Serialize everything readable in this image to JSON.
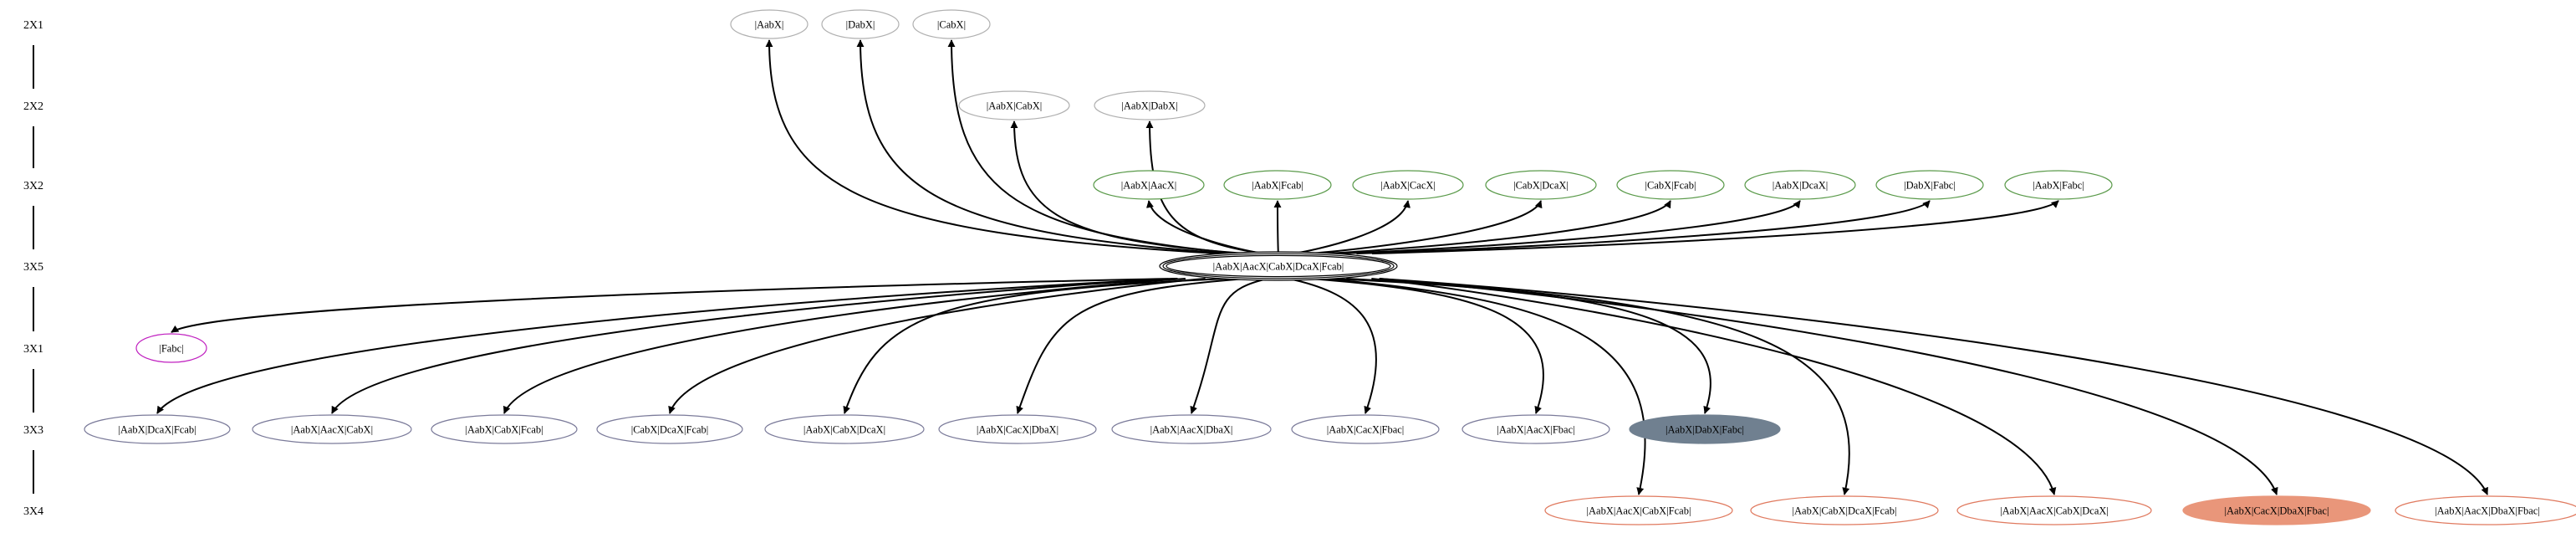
{
  "colors": {
    "edge": "#000000",
    "rank_bar": "#000000",
    "blue_node": "#7b7b9a",
    "green_node": "#5a9a4a",
    "magenta_node": "#c020c0",
    "salmon_node": "#e07a5f",
    "slate_fill": "#708090",
    "salmon_fill": "#e9967a",
    "center_node": "#000000",
    "gray_node": "#b0b0b0"
  },
  "ranks": [
    {
      "id": "r1",
      "label": "2X1"
    },
    {
      "id": "r2",
      "label": "2X2"
    },
    {
      "id": "r3",
      "label": "3X2"
    },
    {
      "id": "r4",
      "label": "3X5"
    },
    {
      "id": "r5",
      "label": "3X1"
    },
    {
      "id": "r6",
      "label": "3X3"
    },
    {
      "id": "r7",
      "label": "3X4"
    }
  ],
  "nodes": [
    {
      "id": "n_ab",
      "label": "|AabX|",
      "rank": "r1",
      "style": "gray"
    },
    {
      "id": "n_db",
      "label": "|DabX|",
      "rank": "r1",
      "style": "gray"
    },
    {
      "id": "n_cb",
      "label": "|CabX|",
      "rank": "r1",
      "style": "gray"
    },
    {
      "id": "n_ab_cb",
      "label": "|AabX|CabX|",
      "rank": "r2",
      "style": "gray"
    },
    {
      "id": "n_ab_db",
      "label": "|AabX|DabX|",
      "rank": "r2",
      "style": "gray"
    },
    {
      "id": "n_ab_ac",
      "label": "|AabX|AacX|",
      "rank": "r3",
      "style": "green"
    },
    {
      "id": "n_ab_fc",
      "label": "|AabX|Fcab|",
      "rank": "r3",
      "style": "green"
    },
    {
      "id": "n_ab_cc",
      "label": "|AabX|CacX|",
      "rank": "r3",
      "style": "green"
    },
    {
      "id": "n_cb_dc",
      "label": "|CabX|DcaX|",
      "rank": "r3",
      "style": "green"
    },
    {
      "id": "n_cb_fc",
      "label": "|CabX|Fcab|",
      "rank": "r3",
      "style": "green"
    },
    {
      "id": "n_ab_dc",
      "label": "|AabX|DcaX|",
      "rank": "r3",
      "style": "green"
    },
    {
      "id": "n_db_fb",
      "label": "|DabX|Fabc|",
      "rank": "r3",
      "style": "green"
    },
    {
      "id": "n_ab_fb",
      "label": "|AabX|Fabc|",
      "rank": "r3",
      "style": "green"
    },
    {
      "id": "n_center",
      "label": "|AabX|AacX|CabX|DcaX|Fcab|",
      "rank": "r4",
      "style": "center"
    },
    {
      "id": "n_fabc",
      "label": "|Fabc|",
      "rank": "r5",
      "style": "magenta"
    },
    {
      "id": "n_r6_1",
      "label": "|AabX|DcaX|Fcab|",
      "rank": "r6",
      "style": "blue"
    },
    {
      "id": "n_r6_2",
      "label": "|AabX|AacX|CabX|",
      "rank": "r6",
      "style": "blue"
    },
    {
      "id": "n_r6_3",
      "label": "|AabX|CabX|Fcab|",
      "rank": "r6",
      "style": "blue"
    },
    {
      "id": "n_r6_4",
      "label": "|CabX|DcaX|Fcab|",
      "rank": "r6",
      "style": "blue"
    },
    {
      "id": "n_r6_5",
      "label": "|AabX|CabX|DcaX|",
      "rank": "r6",
      "style": "blue"
    },
    {
      "id": "n_r6_6",
      "label": "|AabX|CacX|DbaX|",
      "rank": "r6",
      "style": "blue"
    },
    {
      "id": "n_r6_7",
      "label": "|AabX|AacX|DbaX|",
      "rank": "r6",
      "style": "blue"
    },
    {
      "id": "n_r6_8",
      "label": "|AabX|CacX|Fbac|",
      "rank": "r6",
      "style": "blue"
    },
    {
      "id": "n_r6_9",
      "label": "|AabX|AacX|Fbac|",
      "rank": "r6",
      "style": "blue"
    },
    {
      "id": "n_r6_10",
      "label": "|AabX|DabX|Fabc|",
      "rank": "r6",
      "style": "slate-filled"
    },
    {
      "id": "n_r7_1",
      "label": "|AabX|AacX|CabX|Fcab|",
      "rank": "r7",
      "style": "salmon"
    },
    {
      "id": "n_r7_2",
      "label": "|AabX|CabX|DcaX|Fcab|",
      "rank": "r7",
      "style": "salmon"
    },
    {
      "id": "n_r7_3",
      "label": "|AabX|AacX|CabX|DcaX|",
      "rank": "r7",
      "style": "salmon"
    },
    {
      "id": "n_r7_4",
      "label": "|AabX|CacX|DbaX|Fbac|",
      "rank": "r7",
      "style": "salmon-filled"
    },
    {
      "id": "n_r7_5",
      "label": "|AabX|AacX|DbaX|Fbac|",
      "rank": "r7",
      "style": "salmon"
    }
  ],
  "edges": [
    {
      "from": "n_center",
      "to": "n_ab"
    },
    {
      "from": "n_center",
      "to": "n_db"
    },
    {
      "from": "n_center",
      "to": "n_cb"
    },
    {
      "from": "n_center",
      "to": "n_ab_cb"
    },
    {
      "from": "n_center",
      "to": "n_ab_db"
    },
    {
      "from": "n_center",
      "to": "n_ab_ac"
    },
    {
      "from": "n_center",
      "to": "n_ab_fc"
    },
    {
      "from": "n_center",
      "to": "n_ab_cc"
    },
    {
      "from": "n_center",
      "to": "n_cb_dc"
    },
    {
      "from": "n_center",
      "to": "n_cb_fc"
    },
    {
      "from": "n_center",
      "to": "n_ab_dc"
    },
    {
      "from": "n_center",
      "to": "n_db_fb"
    },
    {
      "from": "n_center",
      "to": "n_ab_fb"
    },
    {
      "from": "n_center",
      "to": "n_fabc"
    },
    {
      "from": "n_center",
      "to": "n_r6_1"
    },
    {
      "from": "n_center",
      "to": "n_r6_2"
    },
    {
      "from": "n_center",
      "to": "n_r6_3"
    },
    {
      "from": "n_center",
      "to": "n_r6_4"
    },
    {
      "from": "n_center",
      "to": "n_r6_5"
    },
    {
      "from": "n_center",
      "to": "n_r6_6"
    },
    {
      "from": "n_center",
      "to": "n_r6_7"
    },
    {
      "from": "n_center",
      "to": "n_r6_8"
    },
    {
      "from": "n_center",
      "to": "n_r6_9"
    },
    {
      "from": "n_center",
      "to": "n_r6_10"
    },
    {
      "from": "n_center",
      "to": "n_r7_1"
    },
    {
      "from": "n_center",
      "to": "n_r7_2"
    },
    {
      "from": "n_center",
      "to": "n_r7_3"
    },
    {
      "from": "n_center",
      "to": "n_r7_4"
    },
    {
      "from": "n_center",
      "to": "n_r7_5"
    }
  ]
}
